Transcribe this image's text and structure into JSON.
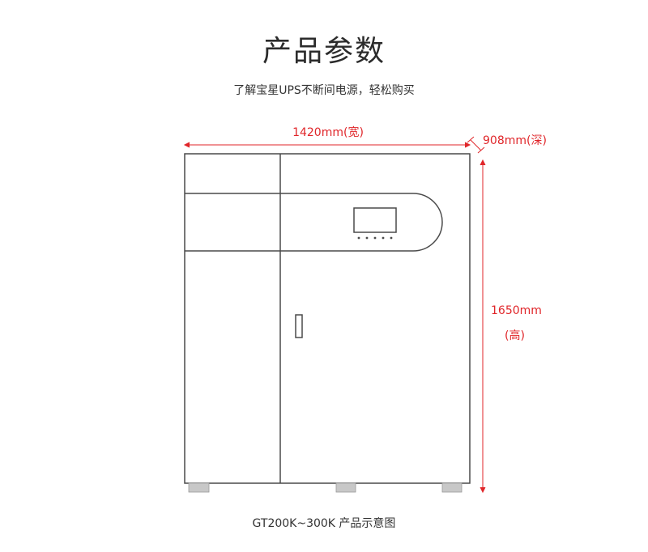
{
  "header": {
    "title": "产品参数",
    "subtitle": "了解宝星UPS不断间电源，轻松购买"
  },
  "dimensions": {
    "width_label": "1420mm(宽)",
    "depth_label": "908mm(深)",
    "height_label": "1650mm",
    "height_note": "(高)"
  },
  "colors": {
    "dimension_lines": "#e0262a",
    "cabinet_outline": "#4a4a4a",
    "feet": "#c8c8c8"
  },
  "caption": "GT200K~300K   产品示意图"
}
